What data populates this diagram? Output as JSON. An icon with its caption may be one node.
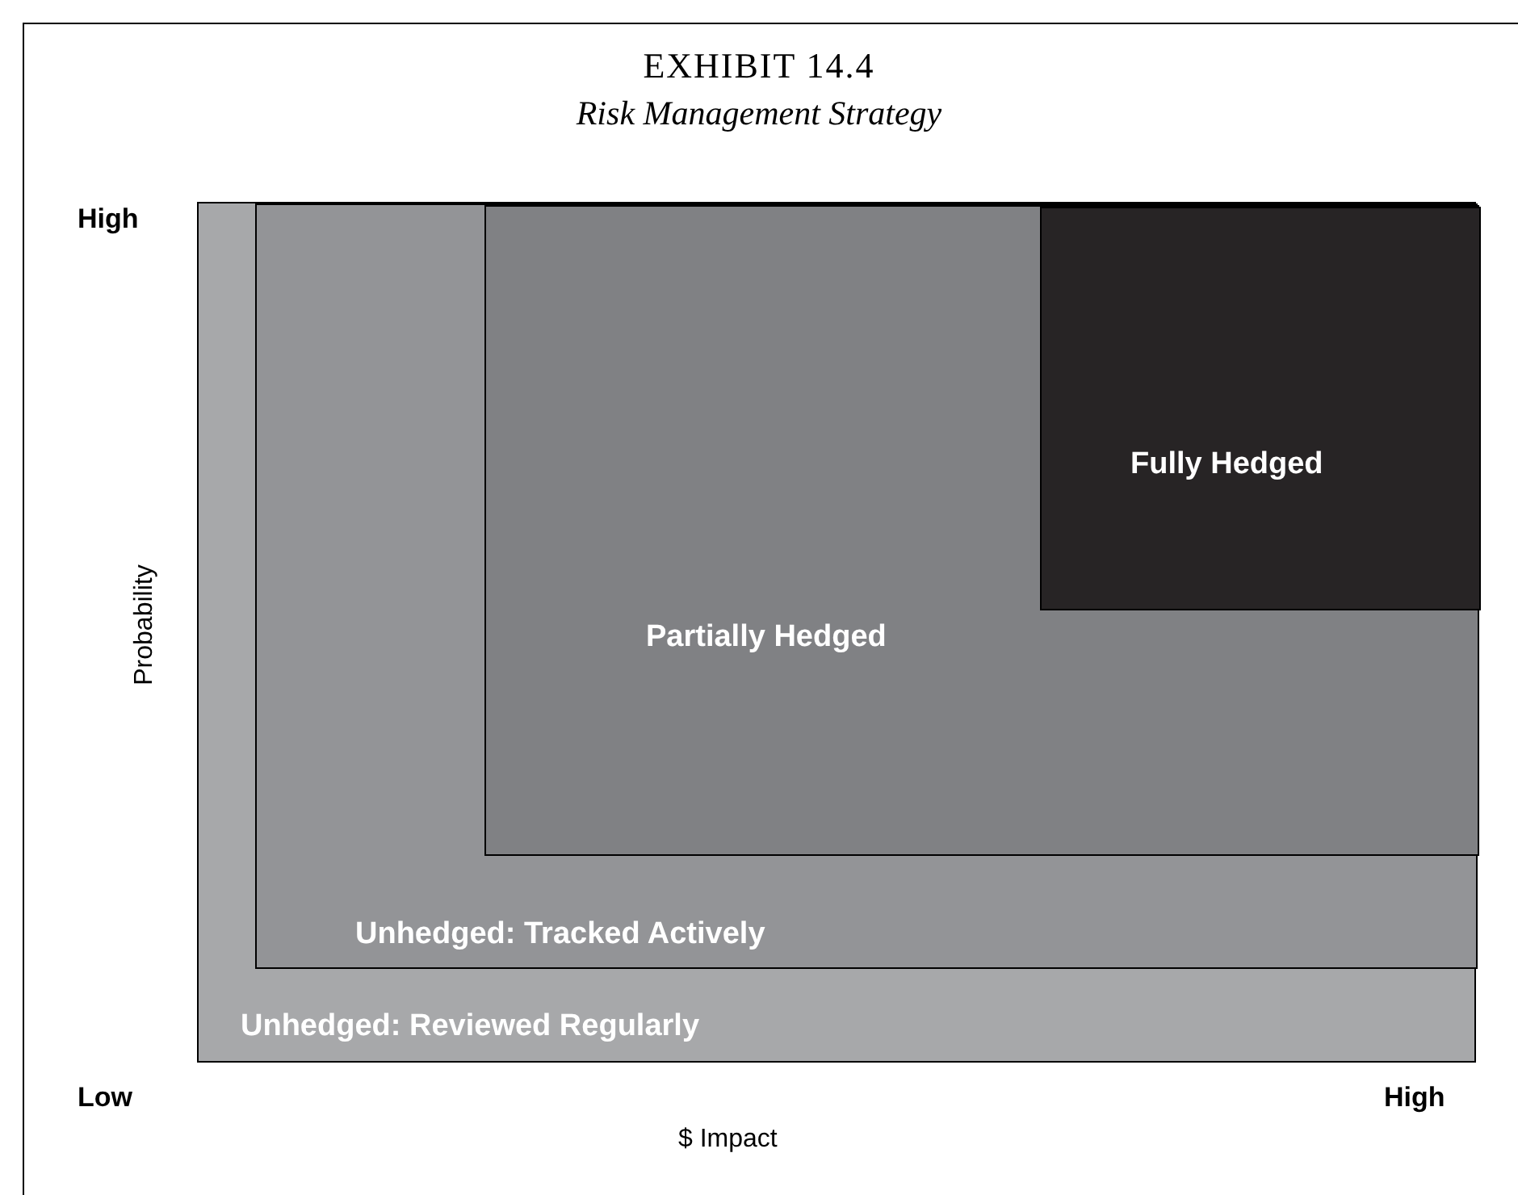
{
  "diagram": {
    "title": "EXHIBIT 14.4",
    "caption": "Risk Management Strategy",
    "nodes": [
      {
        "text": [
          "Unhedged: Reviewed Regularly"
        ]
      },
      {
        "text": [
          "Unhedged: Tracked Actively"
        ],
        "in": 0
      },
      {
        "text": [
          "Partially Hedged"
        ],
        "in": 1
      },
      {
        "text": [
          "Fully Hedged"
        ],
        "in": 2
      }
    ],
    "edges": [],
    "labels": [
      "High",
      "Probability",
      "Low",
      "$ Impact",
      "High"
    ]
  }
}
